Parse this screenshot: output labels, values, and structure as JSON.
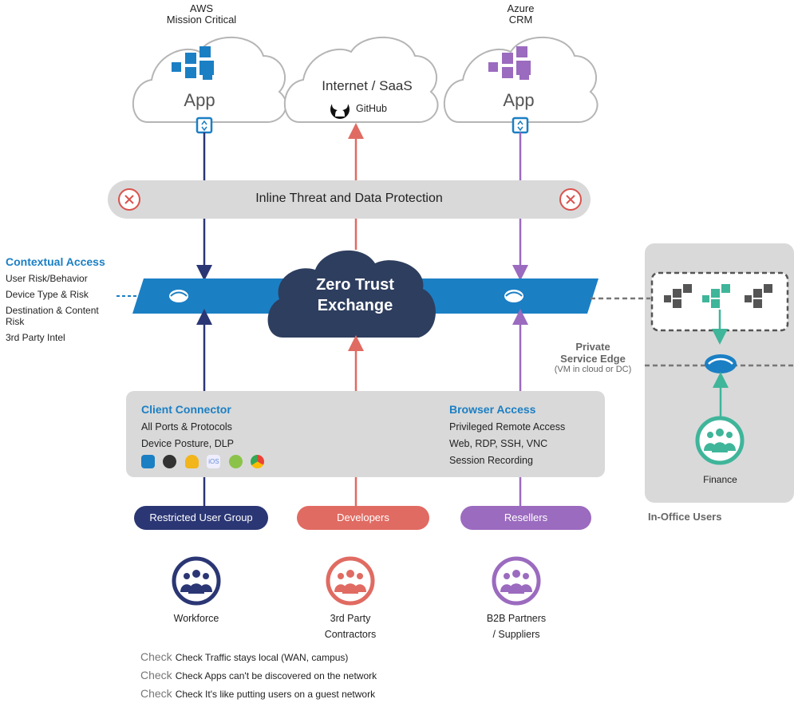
{
  "clouds": {
    "aws": {
      "caption_line1": "AWS",
      "caption_line2": "Mission Critical",
      "app_label": "App",
      "icon": "app-blocks-icon",
      "color": "#1b7fc4"
    },
    "internet": {
      "title": "Internet / SaaS",
      "sub_label": "GitHub",
      "icon": "github-icon"
    },
    "azure": {
      "caption_line1": "Azure",
      "caption_line2": "CRM",
      "app_label": "App",
      "icon": "app-blocks-icon",
      "color": "#9b6bbf"
    }
  },
  "inline_bar": {
    "label": "Inline Threat and Data Protection",
    "icon": "block-x-icon"
  },
  "exchange": {
    "line1": "Zero Trust",
    "line2": "Exchange",
    "icon": "zscaler-swirl-icon"
  },
  "contextual_access": {
    "title": "Contextual Access",
    "items": [
      "User Risk/Behavior",
      "Device Type & Risk",
      "Destination & Content",
      "Risk",
      "3rd Party Intel"
    ]
  },
  "private_edge": {
    "line1": "Private",
    "line2": "Service Edge",
    "line3": "(VM in cloud or DC)"
  },
  "office": {
    "label": "In-Office Users",
    "group_label": "Finance"
  },
  "client_connector": {
    "title": "Client Connector",
    "lines": [
      "All Ports & Protocols",
      "Device Posture, DLP"
    ],
    "os_icons": [
      "windows-icon",
      "macos-icon",
      "linux-icon",
      "ios-icon",
      "android-icon",
      "chrome-icon"
    ],
    "ios_text": "iOS"
  },
  "browser_access": {
    "title": "Browser Access",
    "lines": [
      "Privileged Remote Access",
      "Web, RDP, SSH, VNC",
      "Session Recording"
    ]
  },
  "groups": [
    {
      "pill": "Restricted User Group",
      "label_line1": "Workforce",
      "label_line2": "",
      "color": "#2b3674"
    },
    {
      "pill": "Developers",
      "label_line1": "3rd Party",
      "label_line2": "Contractors",
      "color": "#e06b62"
    },
    {
      "pill": "Resellers",
      "label_line1": "B2B Partners",
      "label_line2": "/ Suppliers",
      "color": "#9b6bbf"
    }
  ],
  "checks": [
    {
      "word": "Check",
      "text": "Check Traffic stays local (WAN, campus)"
    },
    {
      "word": "Check",
      "text": "Check Apps can't be discovered on the network"
    },
    {
      "word": "Check",
      "text": "Check It's like putting users on a guest network"
    }
  ],
  "colors": {
    "blue": "#1b7fc4",
    "navy": "#2b3674",
    "red": "#e06b62",
    "purple": "#9b6bbf",
    "teal": "#3fb59a",
    "exchange": "#2e3e5f",
    "gray": "#d9d9d9"
  }
}
